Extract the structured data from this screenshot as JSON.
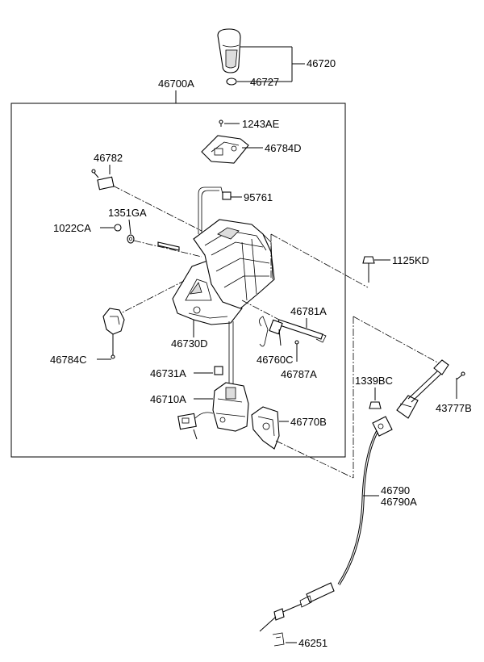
{
  "labels": {
    "p46720": "46720",
    "p46727": "46727",
    "p46700A": "46700A",
    "p1243AE": "1243AE",
    "p46784D": "46784D",
    "p46782": "46782",
    "p95761": "95761",
    "p1351GA": "1351GA",
    "p1022CA": "1022CA",
    "p1125KD": "1125KD",
    "p46781A": "46781A",
    "p46730D": "46730D",
    "p46784C": "46784C",
    "p46760C": "46760C",
    "p46787A": "46787A",
    "p46731A": "46731A",
    "p1339BC": "1339BC",
    "p43777B": "43777B",
    "p46710A": "46710A",
    "p46770B": "46770B",
    "p46790": "46790",
    "p46790A": "46790A",
    "p46251": "46251"
  }
}
